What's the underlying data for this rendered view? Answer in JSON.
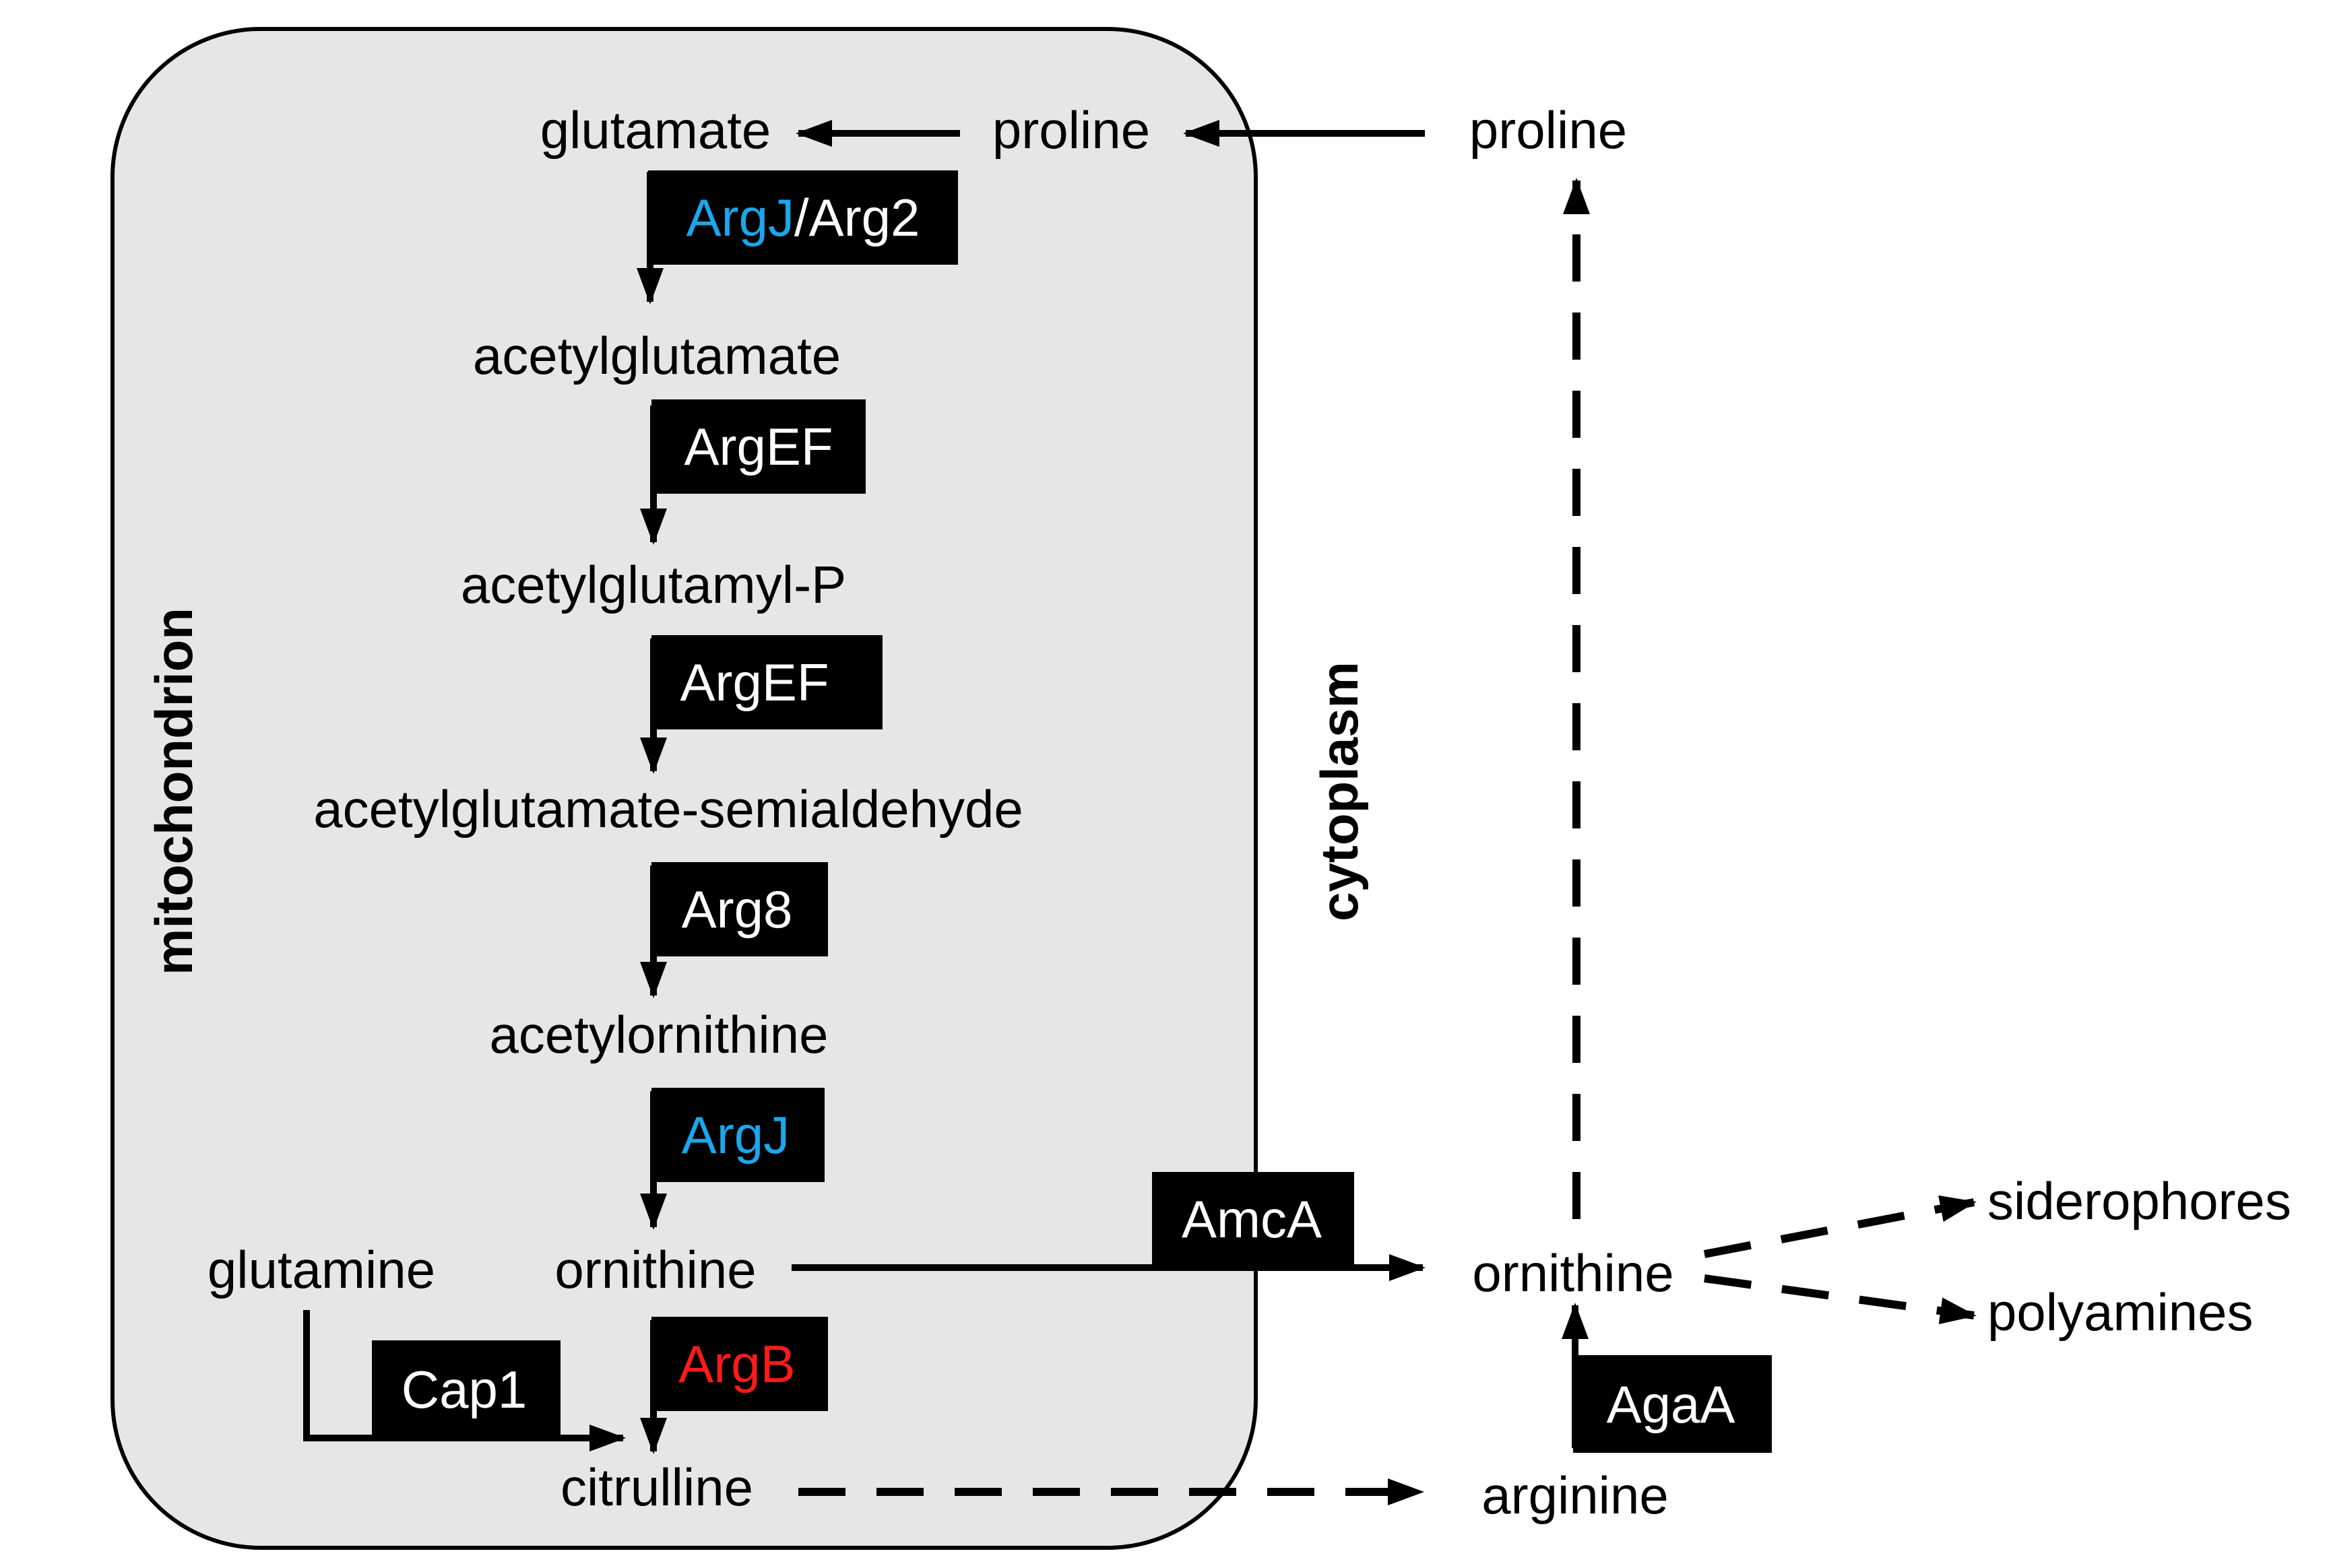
{
  "compartments": {
    "mitochondrion": "mitochondrion",
    "cytoplasm": "cytoplasm"
  },
  "metabolites": {
    "glutamate": "glutamate",
    "proline_mito": "proline",
    "proline_cyto": "proline",
    "acetylglutamate": "acetylglutamate",
    "acetylglutamyl_p": "acetylglutamyl-P",
    "acetylglutamate_semialdehyde": "acetylglutamate-semialdehyde",
    "acetylornithine": "acetylornithine",
    "glutamine": "glutamine",
    "ornithine_mito": "ornithine",
    "citrulline": "citrulline",
    "ornithine_cyto": "ornithine",
    "arginine": "arginine",
    "siderophores": "siderophores",
    "polyamines": "polyamines"
  },
  "enzymes": {
    "argj_arg2_part1": "ArgJ",
    "argj_arg2_part2": "/Arg2",
    "argef_1": "ArgEF",
    "argef_2": "ArgEF",
    "arg8": "Arg8",
    "argj": "ArgJ",
    "argb": "ArgB",
    "cap1": "Cap1",
    "amca": "AmcA",
    "agaa": "AgaA"
  },
  "colors": {
    "compartment_fill": "#e6e6e6",
    "enzyme_box": "#000000",
    "enzyme_text": "#ffffff",
    "highlight_blue": "#1aa7ec",
    "highlight_red": "#ff1a1a"
  }
}
